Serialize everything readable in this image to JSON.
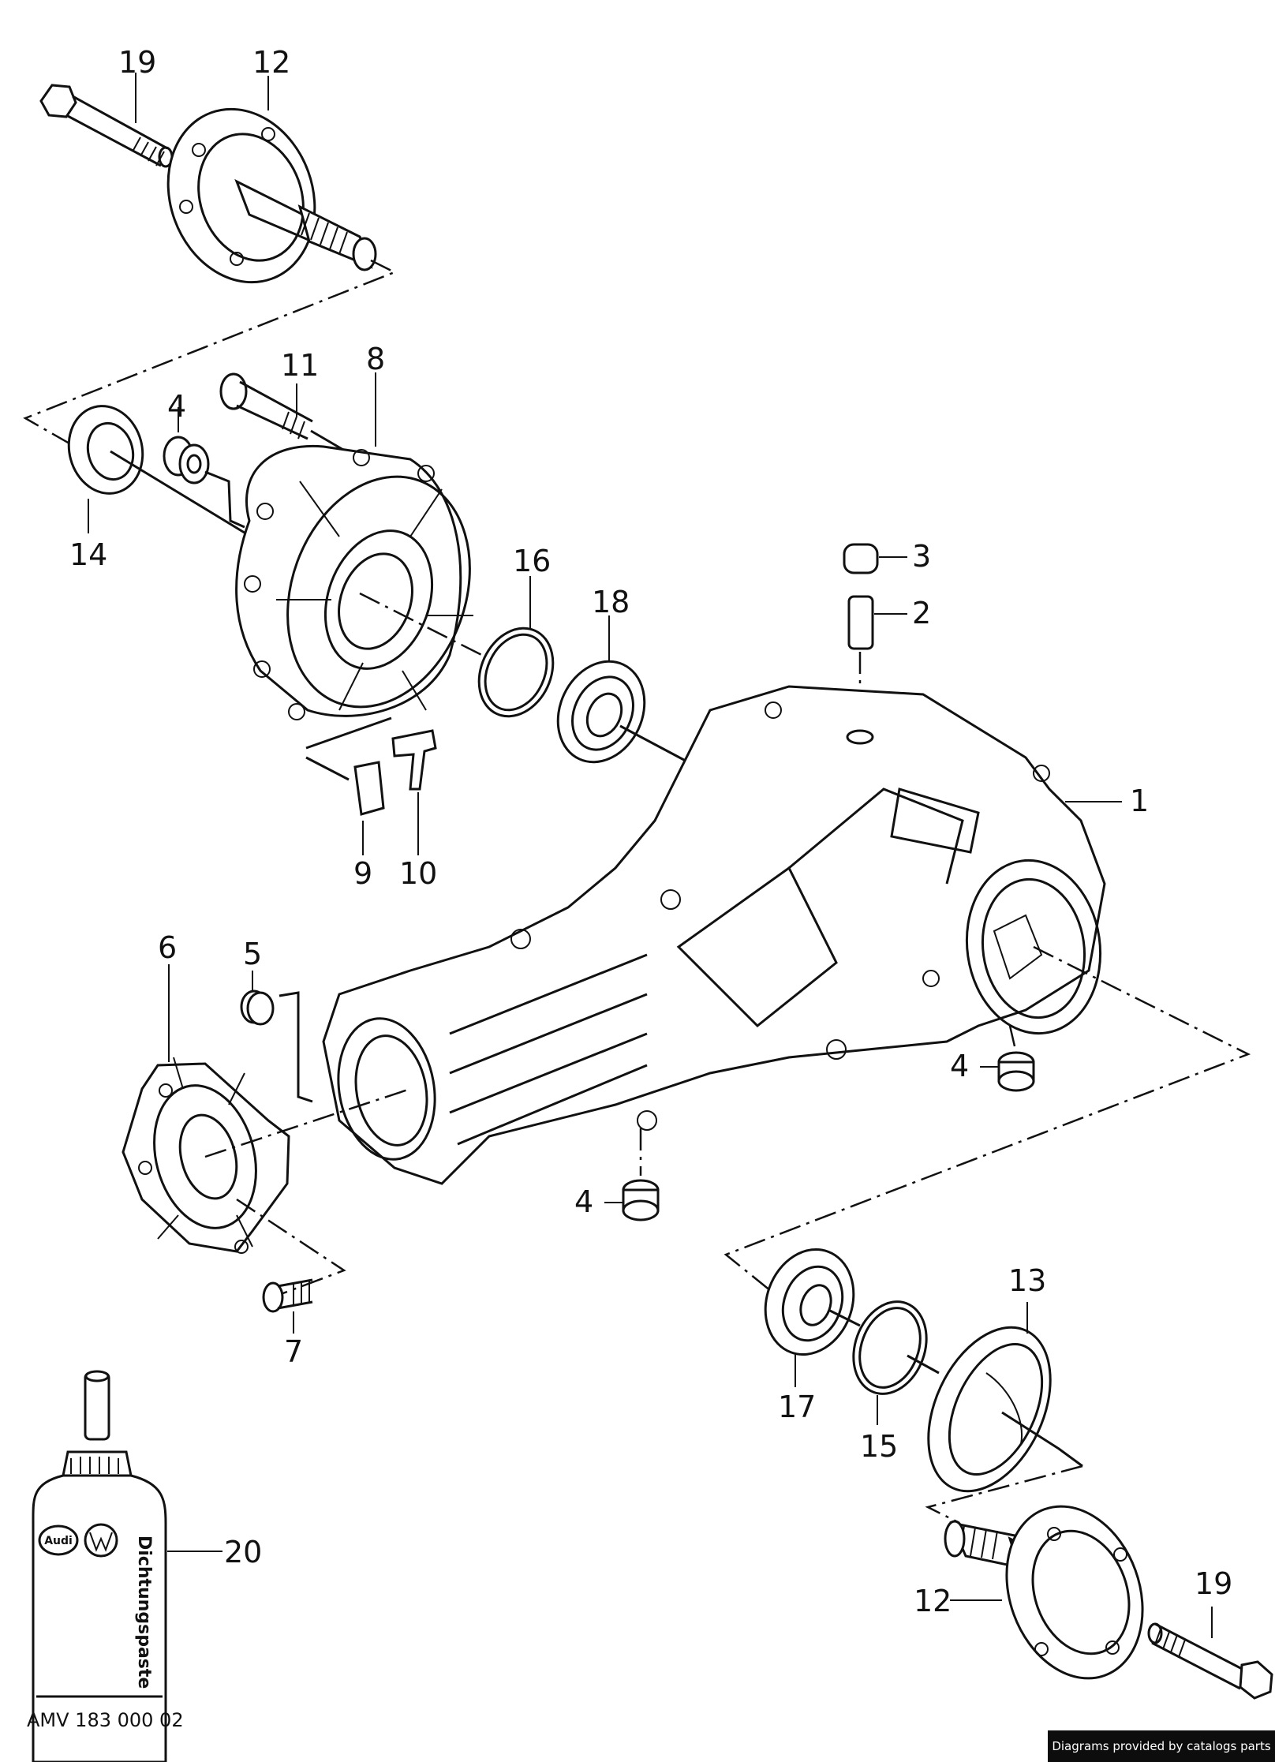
{
  "callouts": [
    {
      "id": "c1",
      "label": "1"
    },
    {
      "id": "c2",
      "label": "2"
    },
    {
      "id": "c3",
      "label": "3"
    },
    {
      "id": "c4a",
      "label": "4"
    },
    {
      "id": "c4b",
      "label": "4"
    },
    {
      "id": "c4c",
      "label": "4"
    },
    {
      "id": "c5",
      "label": "5"
    },
    {
      "id": "c6",
      "label": "6"
    },
    {
      "id": "c7",
      "label": "7"
    },
    {
      "id": "c8",
      "label": "8"
    },
    {
      "id": "c9",
      "label": "9"
    },
    {
      "id": "c10",
      "label": "10"
    },
    {
      "id": "c11",
      "label": "11"
    },
    {
      "id": "c12a",
      "label": "12"
    },
    {
      "id": "c12b",
      "label": "12"
    },
    {
      "id": "c13",
      "label": "13"
    },
    {
      "id": "c14",
      "label": "14"
    },
    {
      "id": "c15",
      "label": "15"
    },
    {
      "id": "c16",
      "label": "16"
    },
    {
      "id": "c17",
      "label": "17"
    },
    {
      "id": "c18",
      "label": "18"
    },
    {
      "id": "c19a",
      "label": "19"
    },
    {
      "id": "c19b",
      "label": "19"
    },
    {
      "id": "c20",
      "label": "20"
    }
  ],
  "tube": {
    "product_name": "Dichtungspaste",
    "part_code": "AMV 183 000 02",
    "brand_left": "Audi"
  },
  "credit": "Diagrams provided by catalogs parts"
}
